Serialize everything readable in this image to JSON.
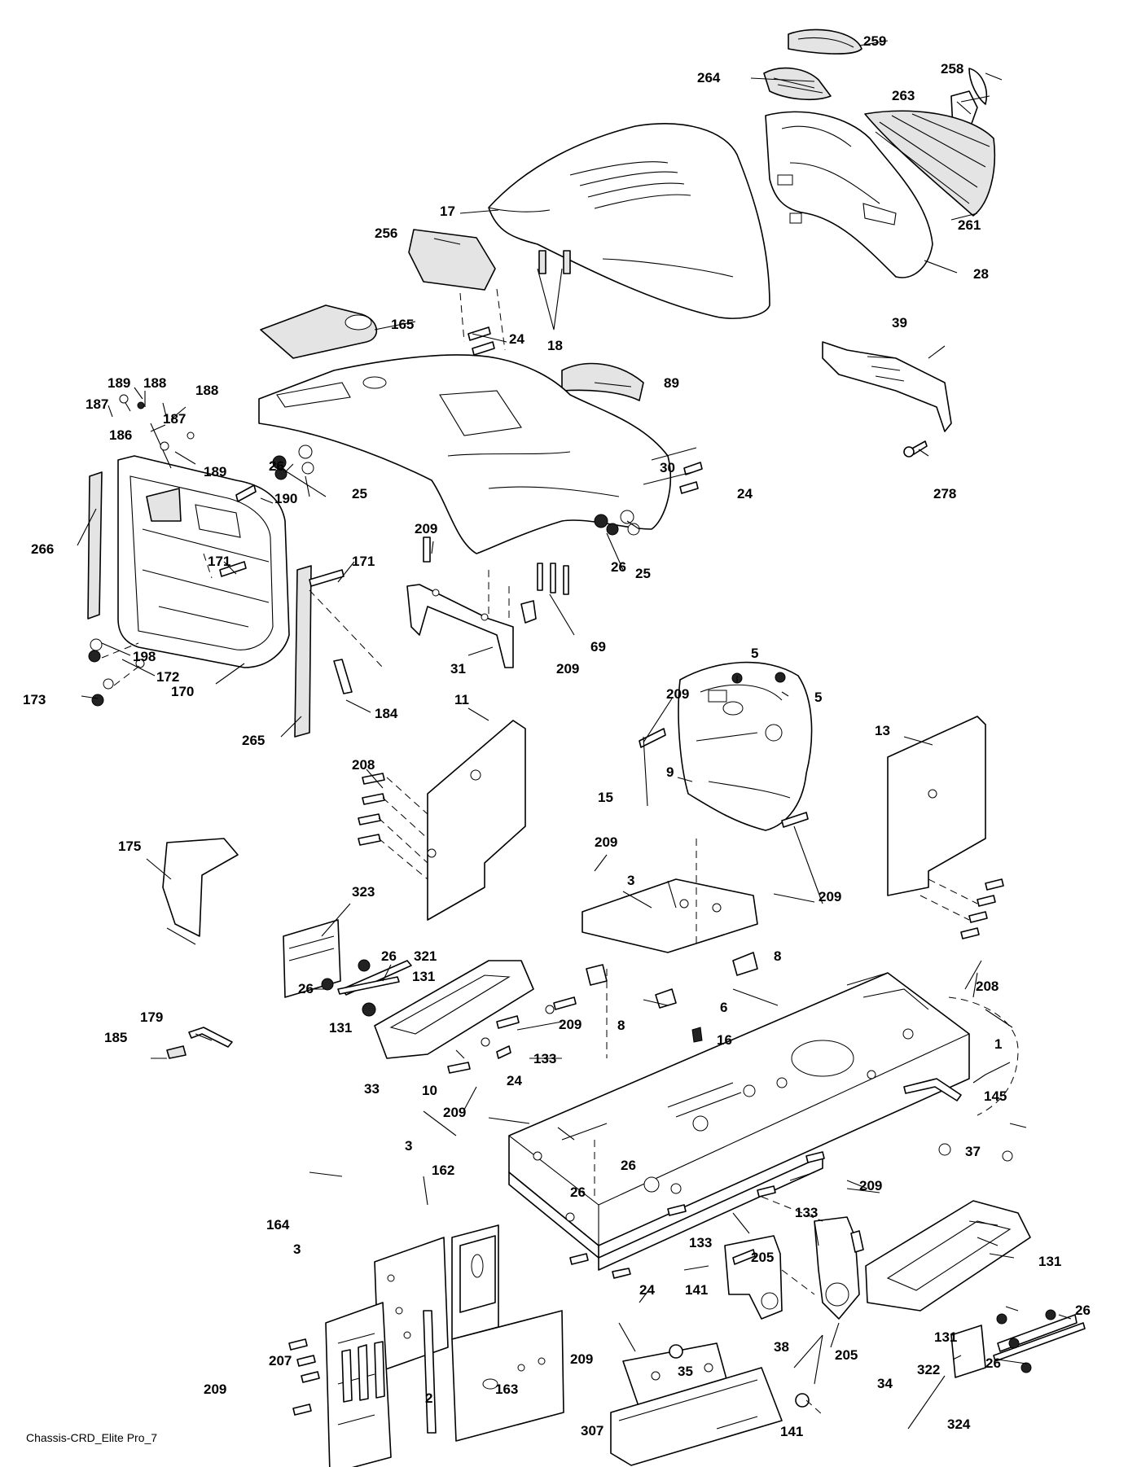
{
  "diagram": {
    "caption": "Chassis-CRD_Elite Pro_7",
    "callouts": [
      "259",
      "264",
      "258",
      "263",
      "17",
      "261",
      "256",
      "28",
      "18",
      "165",
      "24",
      "39",
      "89",
      "189",
      "188",
      "187",
      "188",
      "187",
      "186",
      "189",
      "26",
      "25",
      "30",
      "24",
      "278",
      "190",
      "266",
      "171",
      "171",
      "209",
      "26",
      "25",
      "69",
      "31",
      "209",
      "198",
      "172",
      "173",
      "170",
      "184",
      "265",
      "5",
      "209",
      "5",
      "11",
      "9",
      "13",
      "208",
      "15",
      "209",
      "3",
      "209",
      "175",
      "323",
      "26",
      "321",
      "131",
      "26",
      "131",
      "8",
      "6",
      "8",
      "208",
      "16",
      "179",
      "185",
      "133",
      "33",
      "10",
      "209",
      "24",
      "1",
      "145",
      "209",
      "3",
      "162",
      "26",
      "26",
      "37",
      "164",
      "209",
      "3",
      "133",
      "133",
      "205",
      "24",
      "141",
      "38",
      "131",
      "26",
      "209",
      "35",
      "205",
      "131",
      "322",
      "26",
      "207",
      "209",
      "2",
      "163",
      "34",
      "307",
      "141",
      "324"
    ]
  }
}
